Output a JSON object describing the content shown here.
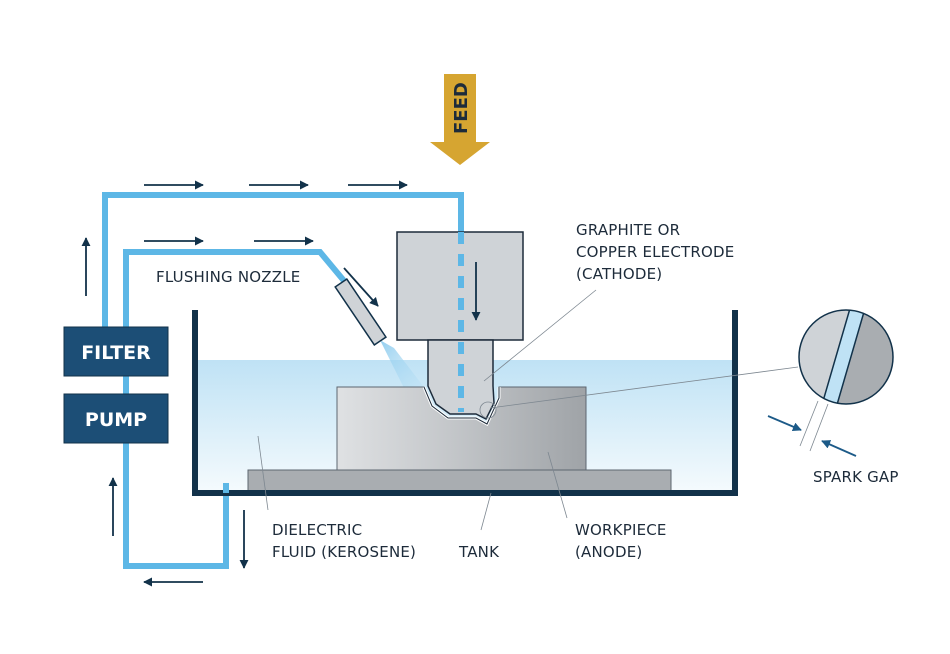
{
  "diagram": {
    "title": "Electrical Discharge Machining (EDM) schematic",
    "colors": {
      "pipe": "#5db7e6",
      "dark": "#12324a",
      "box": "#1c4e76",
      "feed": "#d6a531",
      "fluid_top": "#bfe2f5",
      "fluid_bottom": "#f2f9fd",
      "electrode": "#cfd3d7",
      "workpiece": "#b8bcc0",
      "base": "#a9adb1"
    },
    "labels": {
      "feed": "FEED",
      "filter": "FILTER",
      "pump": "PUMP",
      "flushing_nozzle": "FLUSHING NOZZLE",
      "electrode_line1": "GRAPHITE OR",
      "electrode_line2": "COPPER ELECTRODE",
      "electrode_line3": "(CATHODE)",
      "spark_gap": "SPARK GAP",
      "dielectric_line1": "DIELECTRIC",
      "dielectric_line2": "FLUID (KEROSENE)",
      "tank": "TANK",
      "workpiece_line1": "WORKPIECE",
      "workpiece_line2": "(ANODE)"
    },
    "flow_arrows": [
      {
        "name": "top-pipe-arrow-1",
        "direction": "right"
      },
      {
        "name": "top-pipe-arrow-2",
        "direction": "right"
      },
      {
        "name": "top-pipe-arrow-3",
        "direction": "right"
      },
      {
        "name": "nozzle-pipe-arrow-1",
        "direction": "right"
      },
      {
        "name": "nozzle-pipe-arrow-2",
        "direction": "right"
      },
      {
        "name": "nozzle-arrow",
        "direction": "down-right"
      },
      {
        "name": "electrode-arrow",
        "direction": "down"
      },
      {
        "name": "left-up-arrow-upper",
        "direction": "up"
      },
      {
        "name": "left-up-arrow-lower",
        "direction": "up"
      },
      {
        "name": "drain-arrow",
        "direction": "down"
      },
      {
        "name": "return-arrow",
        "direction": "left"
      }
    ]
  }
}
